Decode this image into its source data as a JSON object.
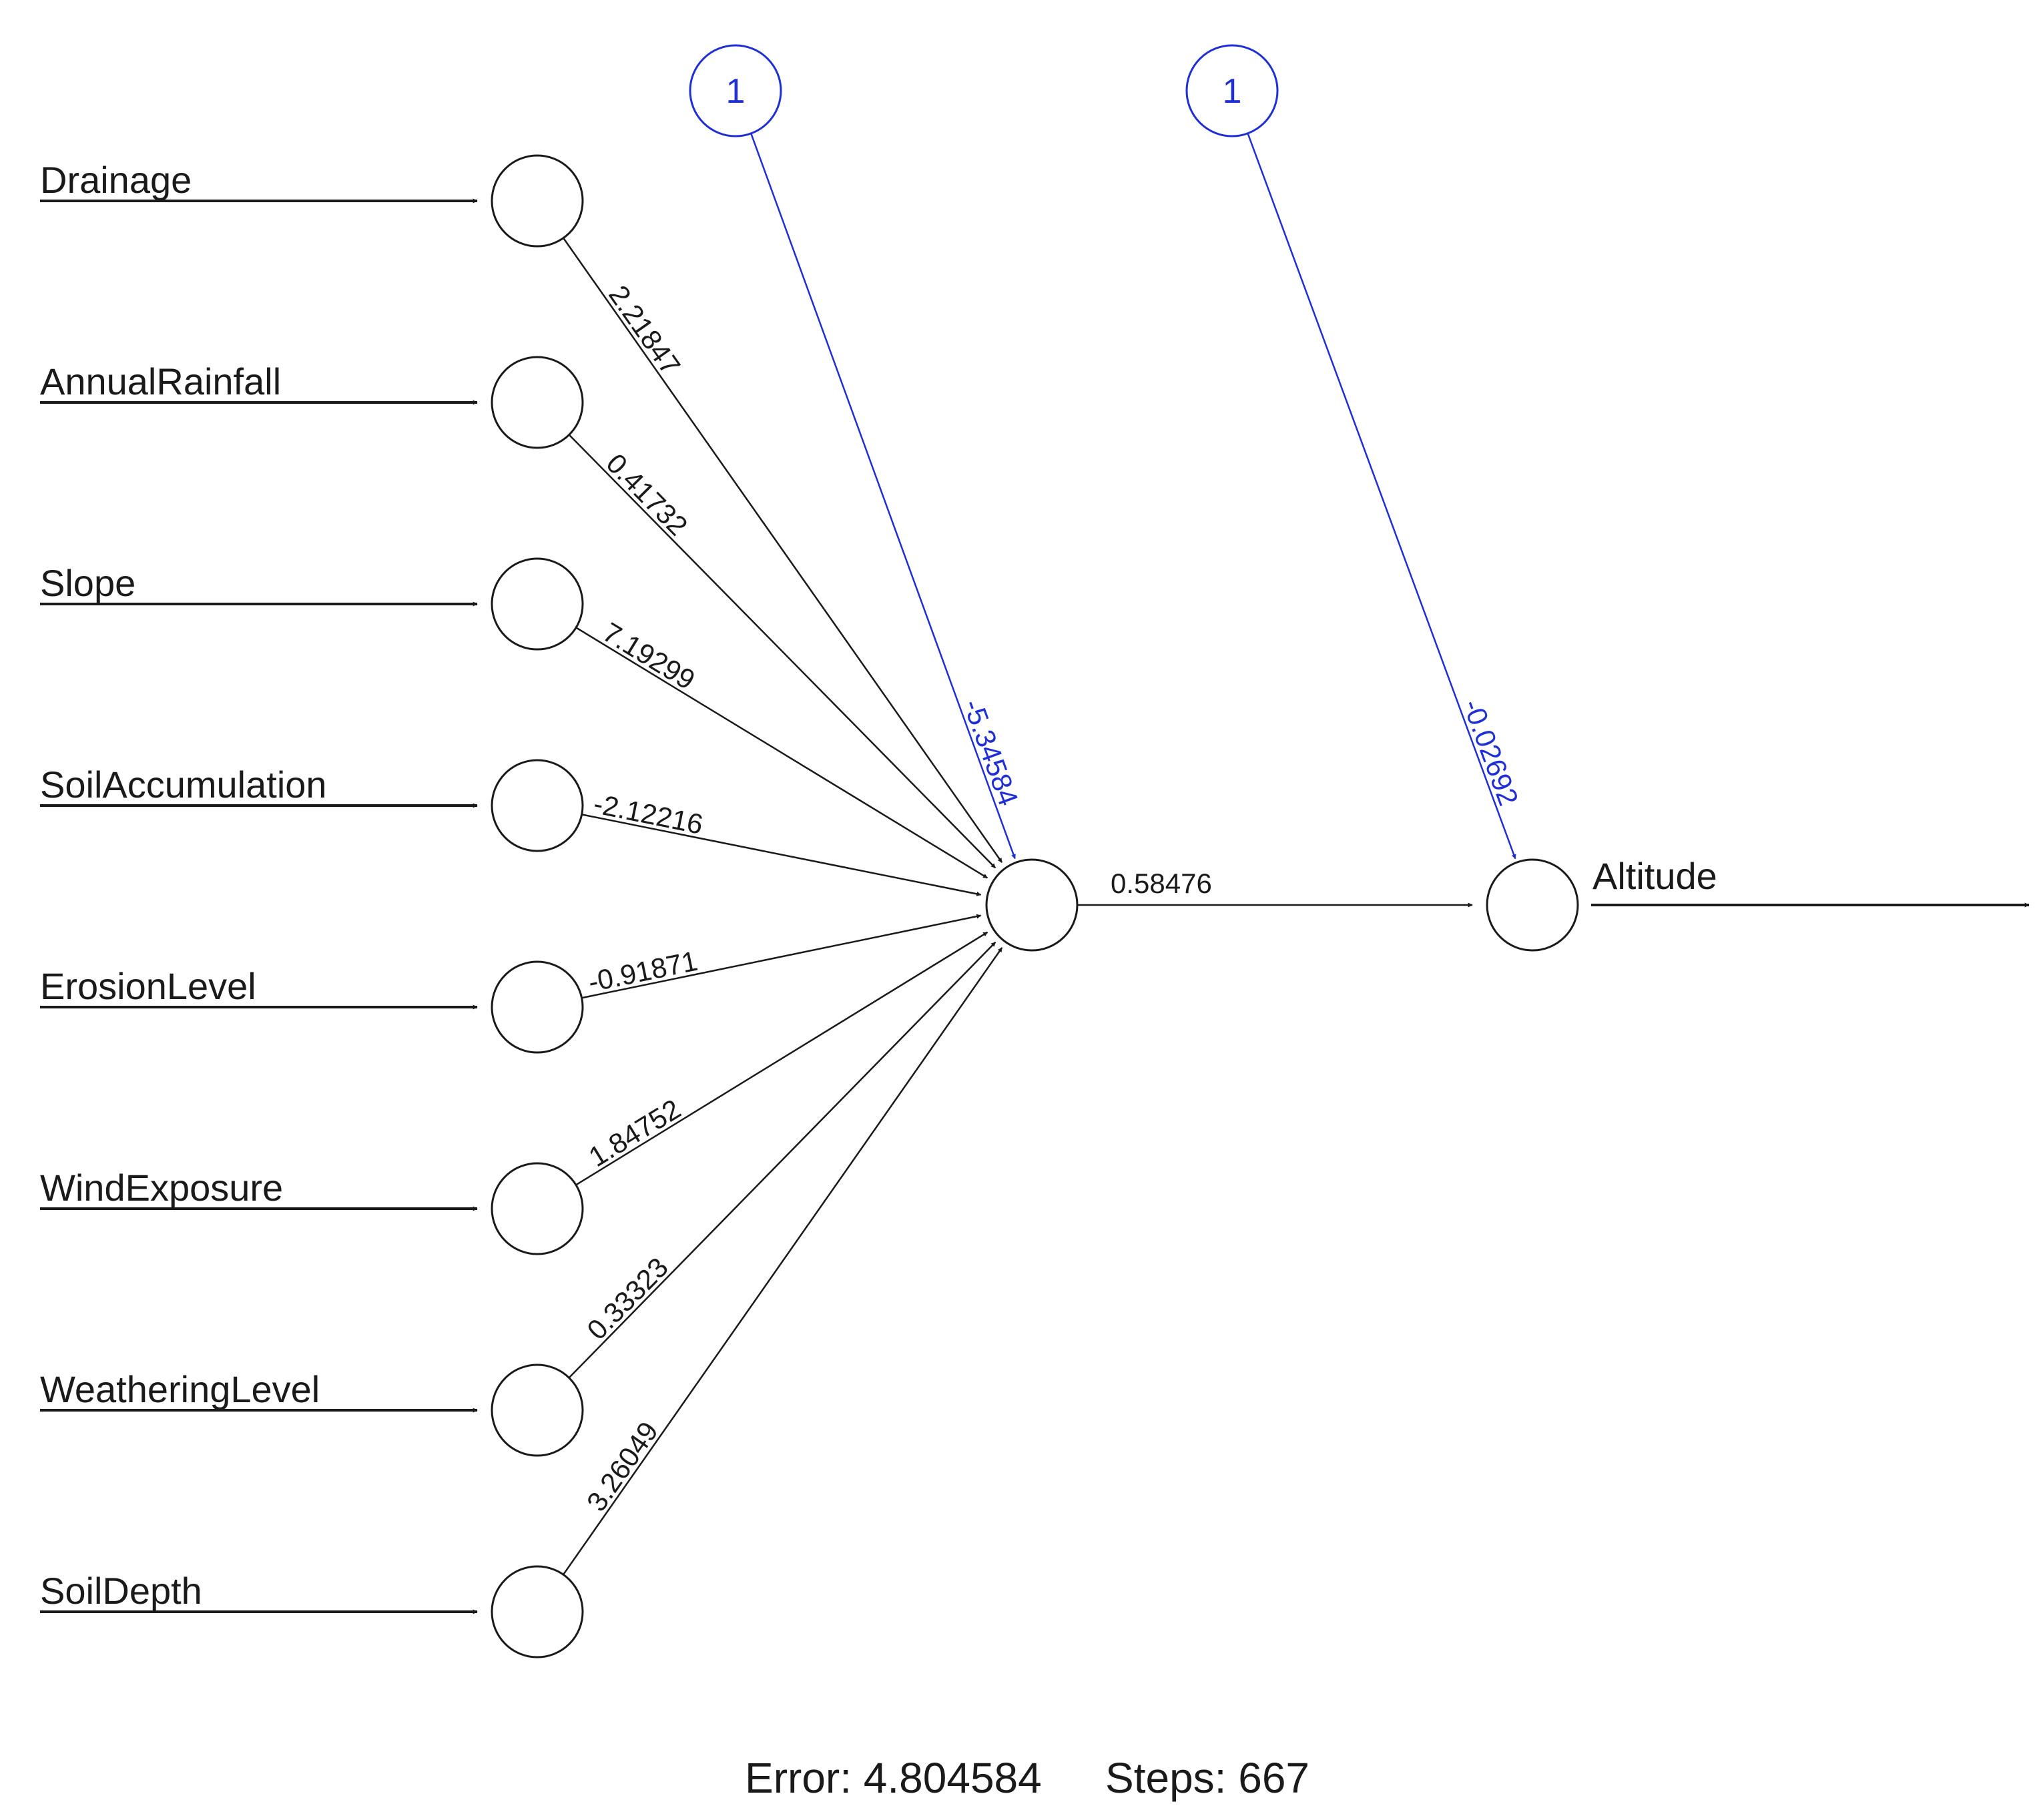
{
  "inputs": [
    {
      "label": "Drainage",
      "weight": "2.21847"
    },
    {
      "label": "AnnualRainfall",
      "weight": "0.41732"
    },
    {
      "label": "Slope",
      "weight": "7.19299"
    },
    {
      "label": "SoilAccumulation",
      "weight": "-2.12216"
    },
    {
      "label": "ErosionLevel",
      "weight": "-0.91871"
    },
    {
      "label": "WindExposure",
      "weight": "1.84752"
    },
    {
      "label": "WeatheringLevel",
      "weight": "0.33323"
    },
    {
      "label": "SoilDepth",
      "weight": "3.26049"
    }
  ],
  "bias": [
    {
      "label": "1",
      "weight": "-5.34584"
    },
    {
      "label": "1",
      "weight": "-0.02692"
    }
  ],
  "hidden_to_output_weight": "0.58476",
  "output": {
    "label": "Altitude"
  },
  "footer": {
    "error_text": "Error: 4.804584",
    "steps_text": "Steps: 667"
  },
  "colors": {
    "edge": "#1a1a1a",
    "bias": "#1f2fd6",
    "node_fill": "#ffffff"
  }
}
